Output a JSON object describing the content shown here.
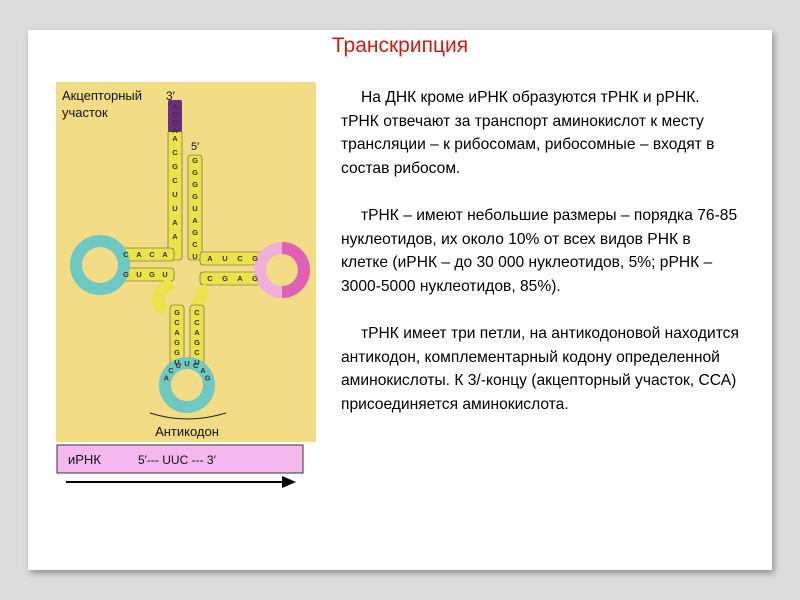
{
  "slide": {
    "title": "Транскрипция",
    "paragraphs": [
      "На ДНК кроме иРНК образуются тРНК и рРНК. тРНК отвечают за транспорт аминокислот к месту трансляции – к рибосомам, рибосомные – входят в состав рибосом.",
      "тРНК – имеют небольшие размеры – порядка 76-85 нуклеотидов, их около 10% от всех видов РНК в клетке (иРНК – до 30 000 нуклеотидов, 5%; рРНК – 3000-5000 нуклеотидов, 85%).",
      "тРНК имеет три петли, на антикодоновой находится антикодон, комплементарный кодону определенной аминокислоты. К 3/-концу (акцепторный участок, ССА) присоединяется аминокислота."
    ]
  },
  "diagram": {
    "acceptor_label_line1": "Акцепторный",
    "acceptor_label_line2": "участок",
    "three_prime": "3′",
    "five_prime": "5′",
    "anticodon_label": "Антикодон",
    "mrna_label": "иРНК",
    "codon_text": "5′--- UUC --- 3′",
    "cca": [
      "A",
      "C",
      "C",
      "A"
    ],
    "acceptor_left": [
      "A",
      "C",
      "G",
      "C",
      "U",
      "U",
      "A",
      "A"
    ],
    "acceptor_right": [
      "G",
      "G",
      "G",
      "G",
      "U",
      "A",
      "G",
      "C",
      "U"
    ],
    "d_arm_top": [
      "C",
      "A",
      "C",
      "A"
    ],
    "d_arm_bottom": [
      "G",
      "U",
      "G",
      "U"
    ],
    "t_arm_top": [
      "A",
      "U",
      "C",
      "G"
    ],
    "t_arm_bottom": [
      "C",
      "G",
      "A",
      "G"
    ],
    "anticodon_left": [
      "G",
      "C",
      "A",
      "G",
      "G",
      "U"
    ],
    "anticodon_right": [
      "C",
      "C",
      "A",
      "G",
      "C",
      "U"
    ],
    "anticodon_loop": [
      "A",
      "C",
      "U",
      "U",
      "C",
      "A",
      "G"
    ],
    "colors": {
      "panel": "#f2dc85",
      "base_yellow": "#ece24a",
      "d_loop": "#6ec9c2",
      "t_loop_magenta": "#e15fb5",
      "t_loop_pink": "#f0b0da",
      "cca": "#6a2d7a",
      "mrna_bar": "#f5b8ee",
      "title": "#cc1a14"
    }
  }
}
